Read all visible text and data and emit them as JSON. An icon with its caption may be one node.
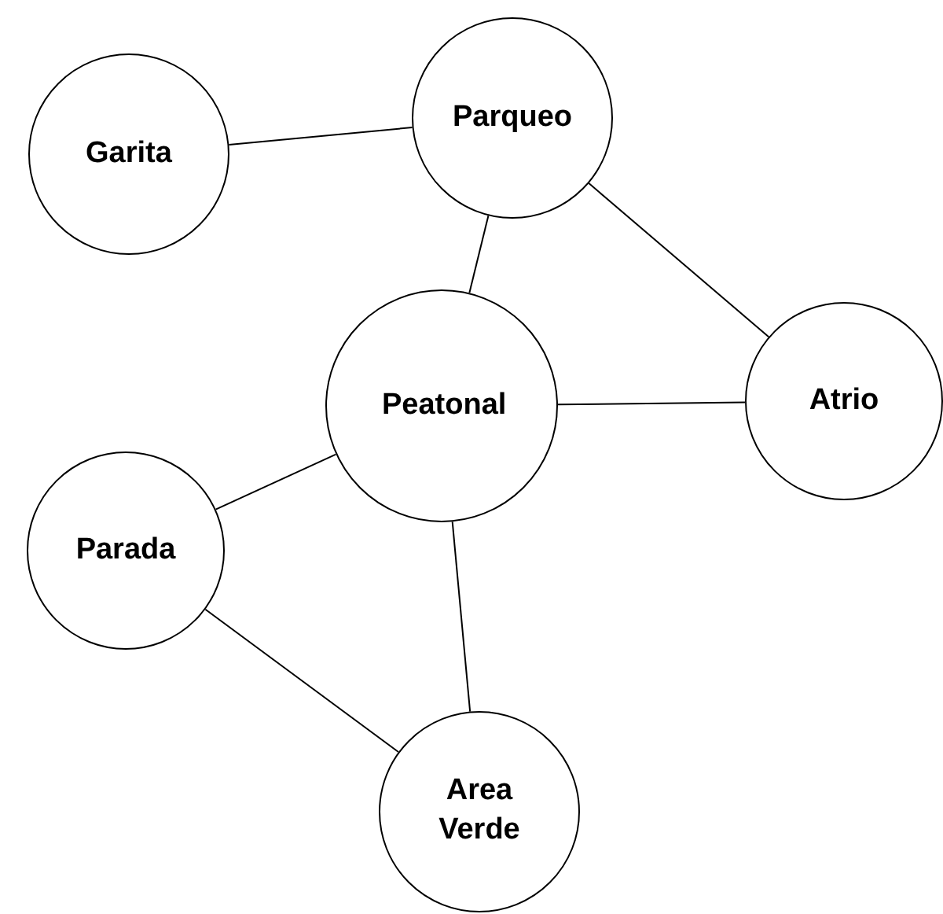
{
  "diagram": {
    "nodes": [
      {
        "text": [
          "Garita"
        ]
      },
      {
        "text": [
          "Parqueo"
        ]
      },
      {
        "text": [
          "Peatonal"
        ]
      },
      {
        "text": [
          "Atrio"
        ]
      },
      {
        "text": [
          "Parada"
        ]
      },
      {
        "text": [
          "Area Verde"
        ]
      }
    ],
    "edges": [
      {
        "from": 0,
        "to": 1,
        "arrow": "none"
      },
      {
        "from": 1,
        "to": 2,
        "arrow": "none"
      },
      {
        "from": 1,
        "to": 3,
        "arrow": "none"
      },
      {
        "from": 2,
        "to": 3,
        "arrow": "none"
      },
      {
        "from": 2,
        "to": 4,
        "arrow": "none"
      },
      {
        "from": 2,
        "to": 5,
        "arrow": "none"
      },
      {
        "from": 4,
        "to": 5,
        "arrow": "none"
      }
    ]
  }
}
